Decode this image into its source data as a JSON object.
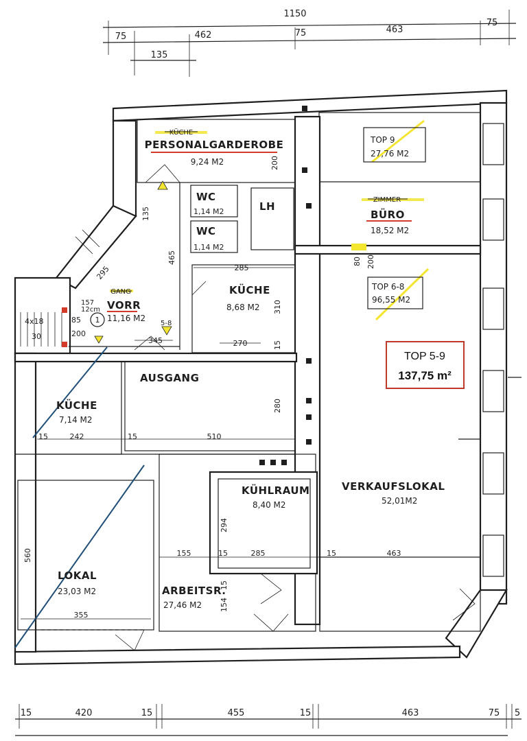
{
  "dimensions": {
    "top": {
      "total": "1150",
      "left_wall": "75",
      "left_span": "462",
      "mid_wall": "75",
      "right_span": "463",
      "right_wall": "75",
      "sub": "135"
    },
    "bottom": {
      "a": "15",
      "b": "420",
      "c": "15",
      "d": "455",
      "e": "15",
      "f": "463",
      "g": "75",
      "h": "5"
    },
    "inner": {
      "d200a": "200",
      "d135": "135",
      "d465": "465",
      "d295": "295",
      "d285a": "285",
      "d310": "310",
      "d80": "80",
      "d200b": "200",
      "d270": "270",
      "d15a": "15",
      "d345": "345",
      "d280": "280",
      "d15b": "15",
      "d242": "242",
      "d15c": "15",
      "d510": "510",
      "d294": "294",
      "d155": "155",
      "d15d": "15",
      "d285b": "285",
      "d15e": "15",
      "d463": "463",
      "d560": "560",
      "d355": "355",
      "d15f": "15",
      "d154": "154",
      "d30": "30",
      "d85": "85",
      "d200c": "200",
      "d4x18": "4x18",
      "d157": "157",
      "d12cm": "12cm"
    }
  },
  "rooms": {
    "personalgarderobe": {
      "strike": "KÜCHE",
      "name": "PERSONALGARDEROBE",
      "area": "9,24 M2"
    },
    "top9": {
      "name": "TOP 9",
      "area": "27,76 M2"
    },
    "wc1": {
      "name": "WC",
      "area": "1,14 M2"
    },
    "wc2": {
      "name": "WC",
      "area": "1,14 M2"
    },
    "lh": {
      "name": "LH"
    },
    "buero": {
      "strike": "ZIMMER",
      "name": "BÜRO",
      "area": "18,52 M2"
    },
    "vorr": {
      "strike": "GANG",
      "name": "VORR",
      "area": "11,16 M2"
    },
    "kueche1": {
      "name": "KÜCHE",
      "area": "8,68 M2"
    },
    "top68": {
      "name": "TOP 6-8",
      "area": "96,55 M2"
    },
    "kueche2": {
      "name": "KÜCHE",
      "area": "7,14 M2"
    },
    "ausgang": {
      "name": "AUSGANG"
    },
    "kuehlraum": {
      "name": "KÜHLRAUM",
      "area": "8,40 M2"
    },
    "verkaufslokal": {
      "name": "VERKAUFSLOKAL",
      "area": "52,01M2"
    },
    "lokal": {
      "name": "LOKAL",
      "area": "23,03 M2"
    },
    "arbeitsr": {
      "name": "ARBEITSR.",
      "area": "27,46 M2"
    },
    "marker": "1",
    "s58": "5-8"
  },
  "highlight": {
    "title": "TOP 5-9",
    "area": "137,75 m²"
  },
  "colors": {
    "ink": "#1e1e1e",
    "highlight_border": "#c0392b",
    "annotation_line": "#1f4e79",
    "yellow": "#f4e531",
    "red_mark": "#d23a2a",
    "wall_fill": "#ffffff"
  }
}
